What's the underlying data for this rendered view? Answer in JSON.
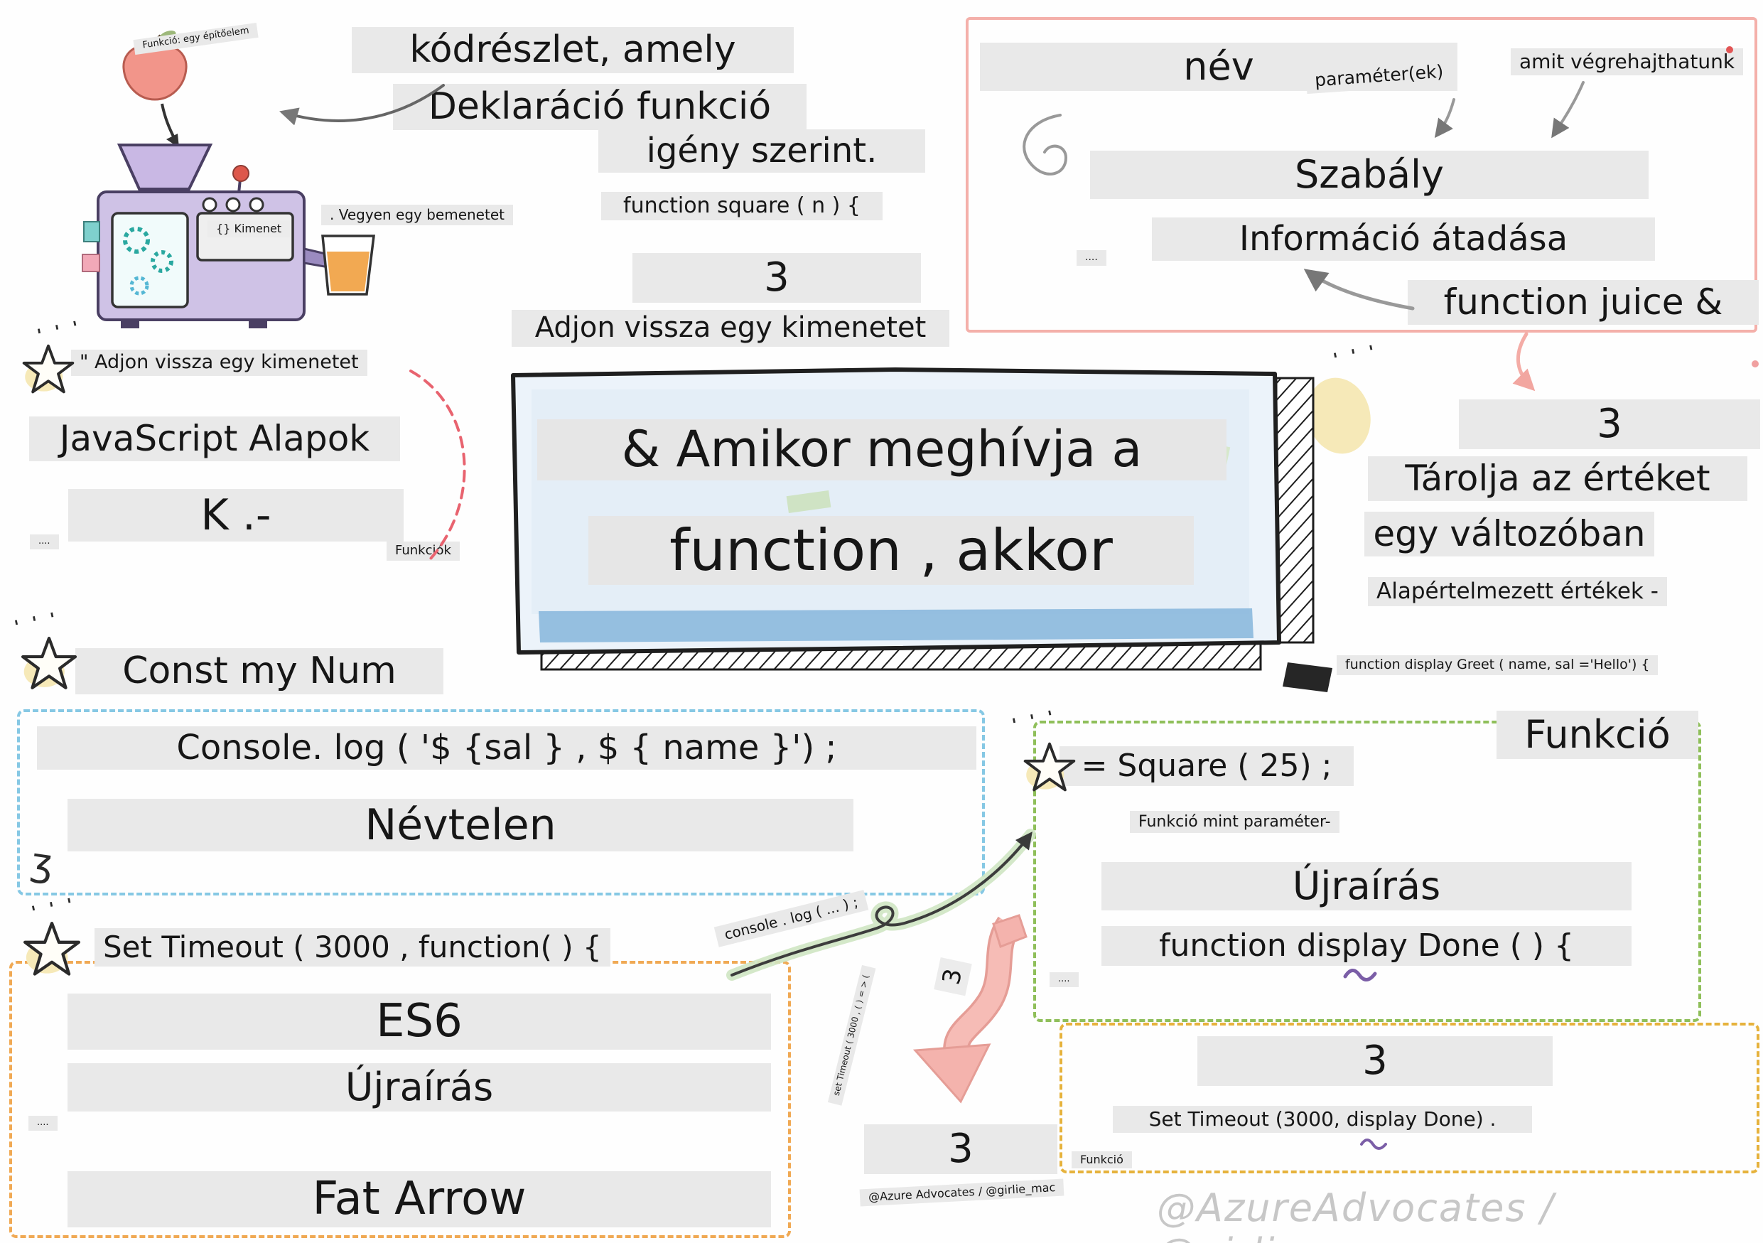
{
  "palette": {
    "accent_pink": "#f4b0aa",
    "accent_blue": "#86c8e4",
    "accent_green": "#8fbf5a",
    "accent_orange": "#f0a954",
    "accent_yellow": "#e6b23c",
    "star_yellow": "#f6e9b8",
    "label_bg": "#e9e9e9",
    "ink": "#1b1b1b",
    "watermark_gray": "#c7c7c7"
  },
  "machine": {
    "caption": "Funkció: egy építőelem",
    "screen": "{} Kimenet",
    "input_note": ". Vegyen egy bemenetet"
  },
  "declaration": {
    "line1": "kódrészlet, amely",
    "line2": "Deklaráció funkció",
    "line3": "igény szerint.",
    "code": "function square ( n ) {",
    "num": "3",
    "output_note": "Adjon vissza egy kimenetet"
  },
  "rule": {
    "name": "név",
    "params": "paraméter(ek)",
    "exec": "amit végrehajthatunk",
    "title": "Szabály",
    "info": "Információ átadása",
    "code": "function juice &",
    "dots": "...."
  },
  "store": {
    "num": "3",
    "line1": "Tárolja az értéket",
    "line2": "egy változóban",
    "line3": "Alapértelmezett értékek -",
    "code": "function display Greet ( name, sal ='Hello') {",
    "label": "Funkció"
  },
  "basics": {
    "quote": "\" Adjon vissza egy kimenetet",
    "title": "JavaScript Alapok",
    "sub": "K .-",
    "note": "Funkciók",
    "dots": "...."
  },
  "center": {
    "line1": "& Amikor meghívja a",
    "line2": "function , akkor"
  },
  "const_num": {
    "title": "Const my Num",
    "code": "Console. log ( '$ {sal } , $ { name }') ;",
    "anon": "Névtelen"
  },
  "square_call": {
    "code": "= Square ( 25) ;",
    "note": "Funkció mint paraméter-",
    "rewrite": "Újraírás",
    "code2": "function display Done ( ) {",
    "dots": "...."
  },
  "timeout": {
    "code": "Set Timeout ( 3000 , function( ) {",
    "es6": "ES6",
    "rewrite": "Újraírás",
    "fat_arrow": "Fat Arrow",
    "dots": "...."
  },
  "bottom": {
    "console_note": "console . log ( ... ) ;",
    "timeout_note": "set Timeout ( 3000 , ( ) = > (",
    "ribbon_num": "3",
    "num": "3",
    "handle": "@Azure Advocates / @girlie_mac",
    "funkcio": "Funkció"
  },
  "display_done": {
    "num": "3",
    "code": "Set Timeout (3000, display Done) ."
  },
  "watermark": "@AzureAdvocates / @girlie_mac",
  "decor": {
    "sparkle": "' ' '",
    "squiggle": "ʒ"
  }
}
